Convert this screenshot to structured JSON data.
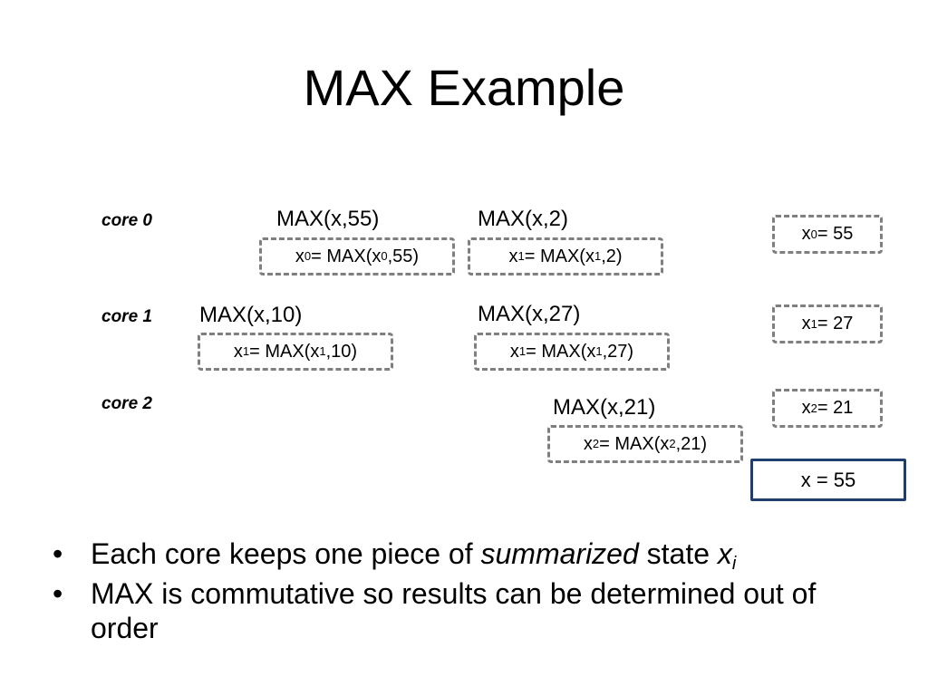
{
  "slide": {
    "title": "MAX Example"
  },
  "cores": [
    {
      "label": "core 0"
    },
    {
      "label": "core 1"
    },
    {
      "label": "core 2"
    }
  ],
  "operations": [
    {
      "call": "MAX(x,55)",
      "var": "x",
      "sub": "0",
      "pre": " = MAX(x",
      "post": ",55)"
    },
    {
      "call": "MAX(x,2)",
      "var": "x",
      "sub": "1",
      "pre": " = MAX(x",
      "post": ",2)"
    },
    {
      "call": "MAX(x,10)",
      "var": "x",
      "sub": "1",
      "pre": " = MAX(x",
      "post": ",10)"
    },
    {
      "call": "MAX(x,27)",
      "var": "x",
      "sub": "1",
      "pre": " = MAX(x",
      "post": ",27)"
    },
    {
      "call": "MAX(x,21)",
      "var": "x",
      "sub": "2",
      "pre": " = MAX(x",
      "post": ",21)"
    }
  ],
  "states": [
    {
      "var": "x",
      "sub": "0",
      "value": " = 55"
    },
    {
      "var": "x",
      "sub": "1",
      "value": " = 27"
    },
    {
      "var": "x",
      "sub": "2",
      "value": " = 21"
    }
  ],
  "result": {
    "text": "x = 55"
  },
  "bullets": [
    {
      "before": "Each core keeps one piece of ",
      "emphasis": "summarized",
      "after": " state ",
      "var": "x",
      "sub": "i"
    },
    {
      "text": "MAX is commutative so results can be determined out of order"
    }
  ],
  "colors": {
    "dashed_border": "#7f7f7f",
    "result_border": "#1f3f6e"
  }
}
